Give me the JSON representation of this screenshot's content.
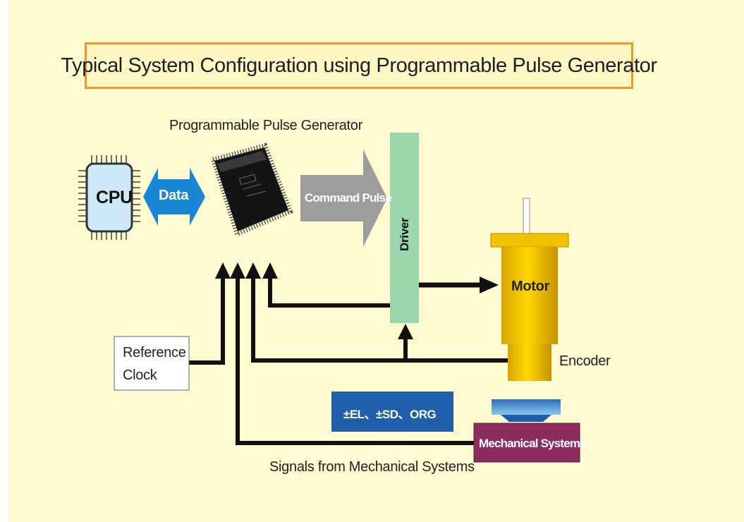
{
  "title": "Typical System Configuration using Programmable Pulse Generator",
  "ppg_label": "Programmable Pulse Generator",
  "cpu_label": "CPU",
  "data_label": "Data",
  "command_pulse_label": "Command Pulse",
  "driver_label": "Driver",
  "motor_label": "Motor",
  "encoder_label": "Encoder",
  "reference_clock_line1": "Reference",
  "reference_clock_line2": "Clock",
  "limits_label": "±EL、±SD、ORG",
  "mechanical_label": "Mechanical Systems",
  "signals_label": "Signals from Mechanical Systems",
  "colors": {
    "background": "#fffad0",
    "title_border": "#f0962a",
    "data_arrow": "#1a86d6",
    "command_arrow": "#9d9d9d",
    "driver": "#9cd6ac",
    "motor": "#f2c100",
    "limits_box": "#1f5ea8",
    "mechanical_box": "#8c2c5f",
    "cpu_chip": "#cfe8f7"
  }
}
